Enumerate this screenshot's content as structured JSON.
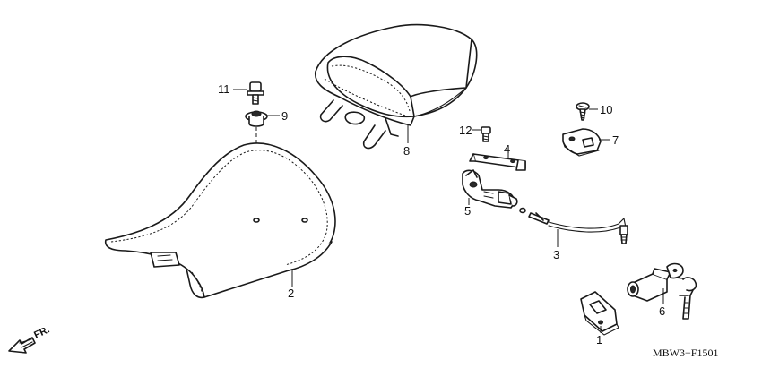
{
  "diagram": {
    "code": "MBW3−F1501",
    "direction_label": "FR.",
    "part_numbers": {
      "p1": "1",
      "p2": "2",
      "p3": "3",
      "p4": "4",
      "p5": "5",
      "p6": "6",
      "p7": "7",
      "p8": "8",
      "p9": "9",
      "p10": "10",
      "p11": "11",
      "p12": "12"
    },
    "icons": {
      "front_arrow": "front-direction-arrow-icon"
    }
  }
}
